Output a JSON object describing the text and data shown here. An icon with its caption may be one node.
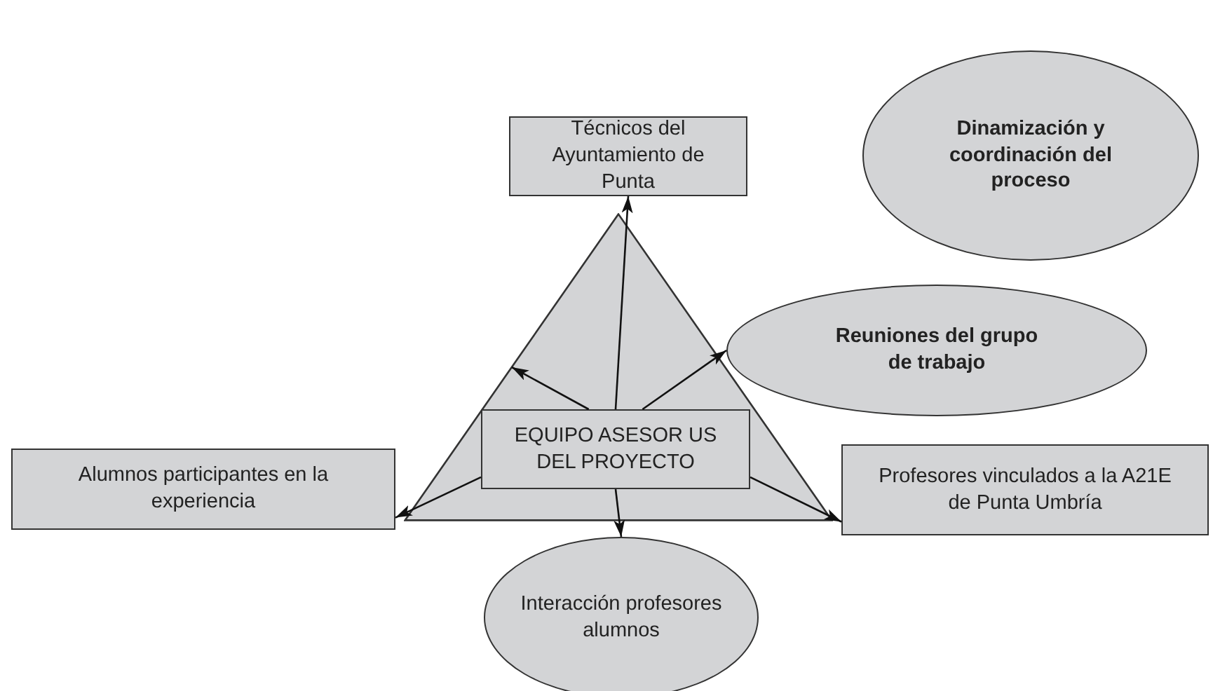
{
  "diagram": {
    "nodes": [
      {
        "text": [
          "Técnicos del Ayuntamiento de Punta"
        ]
      },
      {
        "text": [
          "Dinamización y coordinación del proceso"
        ]
      },
      {
        "text": [
          "Reuniones del grupo de trabajo"
        ]
      },
      {
        "text": [],
        "shape": "triangle"
      },
      {
        "text": [
          "EQUIPO ASESOR US DEL PROYECTO"
        ],
        "in": 3
      },
      {
        "text": [
          "Alumnos participantes en la experiencia"
        ]
      },
      {
        "text": [
          "Profesores vinculados a la A21E de Punta Umbría"
        ]
      },
      {
        "text": [
          "Interacción profesores alumnos"
        ]
      }
    ],
    "edges": [
      {
        "from": 4,
        "to": 0,
        "arrow": "to"
      },
      {
        "from": 4,
        "to": null,
        "arrow": "to"
      },
      {
        "from": 4,
        "to": 2,
        "arrow": "to"
      },
      {
        "from": 4,
        "to": 5,
        "arrow": "to"
      },
      {
        "from": 4,
        "to": 6,
        "arrow": "to"
      },
      {
        "from": 4,
        "to": 7,
        "arrow": "to"
      }
    ]
  }
}
